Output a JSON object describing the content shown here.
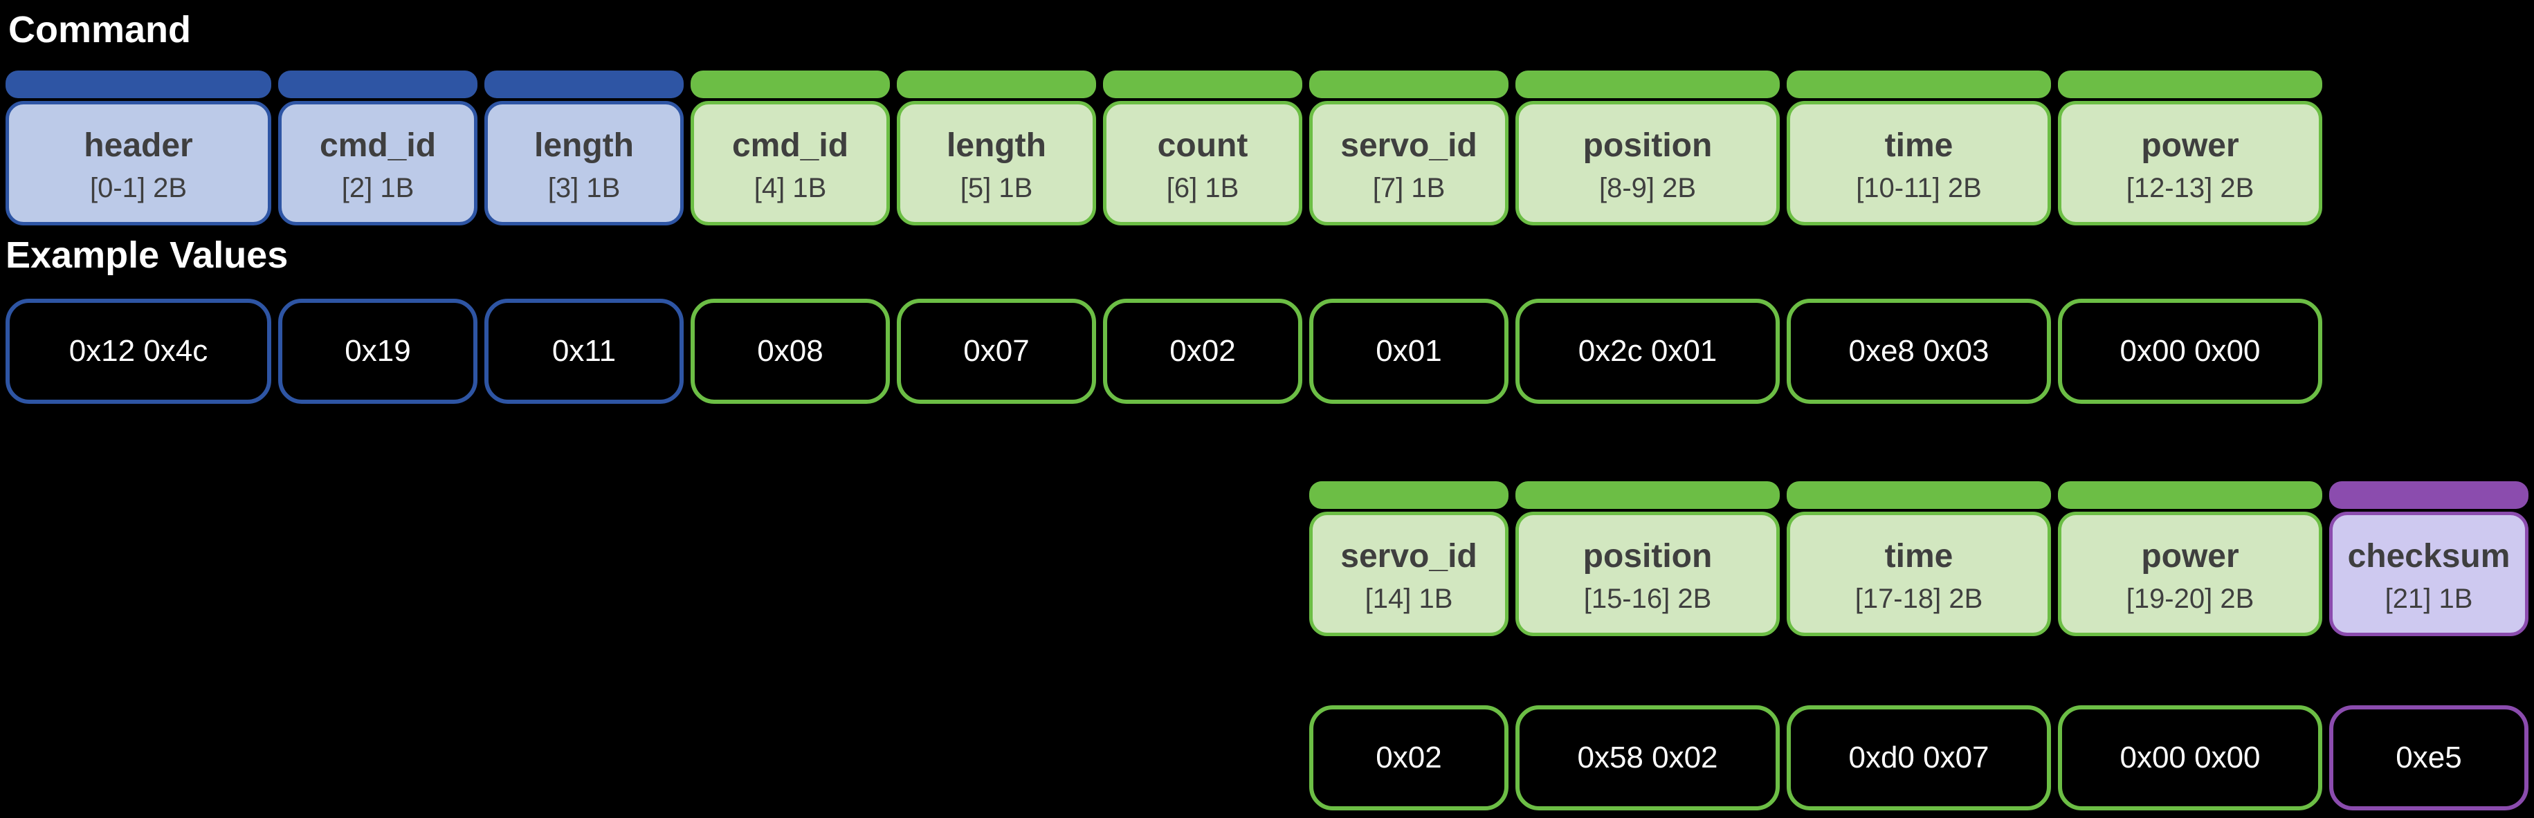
{
  "title": "Command",
  "example_values_label": "Example Values",
  "colors": {
    "background": "#000000",
    "blue_dark": "#2E55A4",
    "blue_light": "#BCCAE8",
    "green_dark": "#6CBE45",
    "green_light": "#D2E7C0",
    "purple_dark": "#8B4CAE",
    "purple_light": "#CEC9F0",
    "field_text": "#3F3F3F",
    "value_text": "#FFFFFF"
  },
  "command_row": {
    "fields": [
      {
        "name": "header",
        "bytes": "[0-1] 2B",
        "scheme": "blue"
      },
      {
        "name": "cmd_id",
        "bytes": "[2] 1B",
        "scheme": "blue"
      },
      {
        "name": "length",
        "bytes": "[3] 1B",
        "scheme": "blue"
      },
      {
        "name": "cmd_id",
        "bytes": "[4] 1B",
        "scheme": "green"
      },
      {
        "name": "length",
        "bytes": "[5] 1B",
        "scheme": "green"
      },
      {
        "name": "count",
        "bytes": "[6] 1B",
        "scheme": "green"
      },
      {
        "name": "servo_id",
        "bytes": "[7] 1B",
        "scheme": "green"
      },
      {
        "name": "position",
        "bytes": "[8-9] 2B",
        "scheme": "green"
      },
      {
        "name": "time",
        "bytes": "[10-11] 2B",
        "scheme": "green"
      },
      {
        "name": "power",
        "bytes": "[12-13] 2B",
        "scheme": "green"
      }
    ],
    "examples": [
      "0x12 0x4c",
      "0x19",
      "0x11",
      "0x08",
      "0x07",
      "0x02",
      "0x01",
      "0x2c 0x01",
      "0xe8 0x03",
      "0x00 0x00"
    ]
  },
  "servo2_row": {
    "fields": [
      {
        "name": "servo_id",
        "bytes": "[14] 1B",
        "scheme": "green"
      },
      {
        "name": "position",
        "bytes": "[15-16] 2B",
        "scheme": "green"
      },
      {
        "name": "time",
        "bytes": "[17-18] 2B",
        "scheme": "green"
      },
      {
        "name": "power",
        "bytes": "[19-20] 2B",
        "scheme": "green"
      },
      {
        "name": "checksum",
        "bytes": "[21] 1B",
        "scheme": "purple"
      }
    ],
    "examples": [
      "0x02",
      "0x58 0x02",
      "0xd0 0x07",
      "0x00 0x00",
      "0xe5"
    ]
  }
}
